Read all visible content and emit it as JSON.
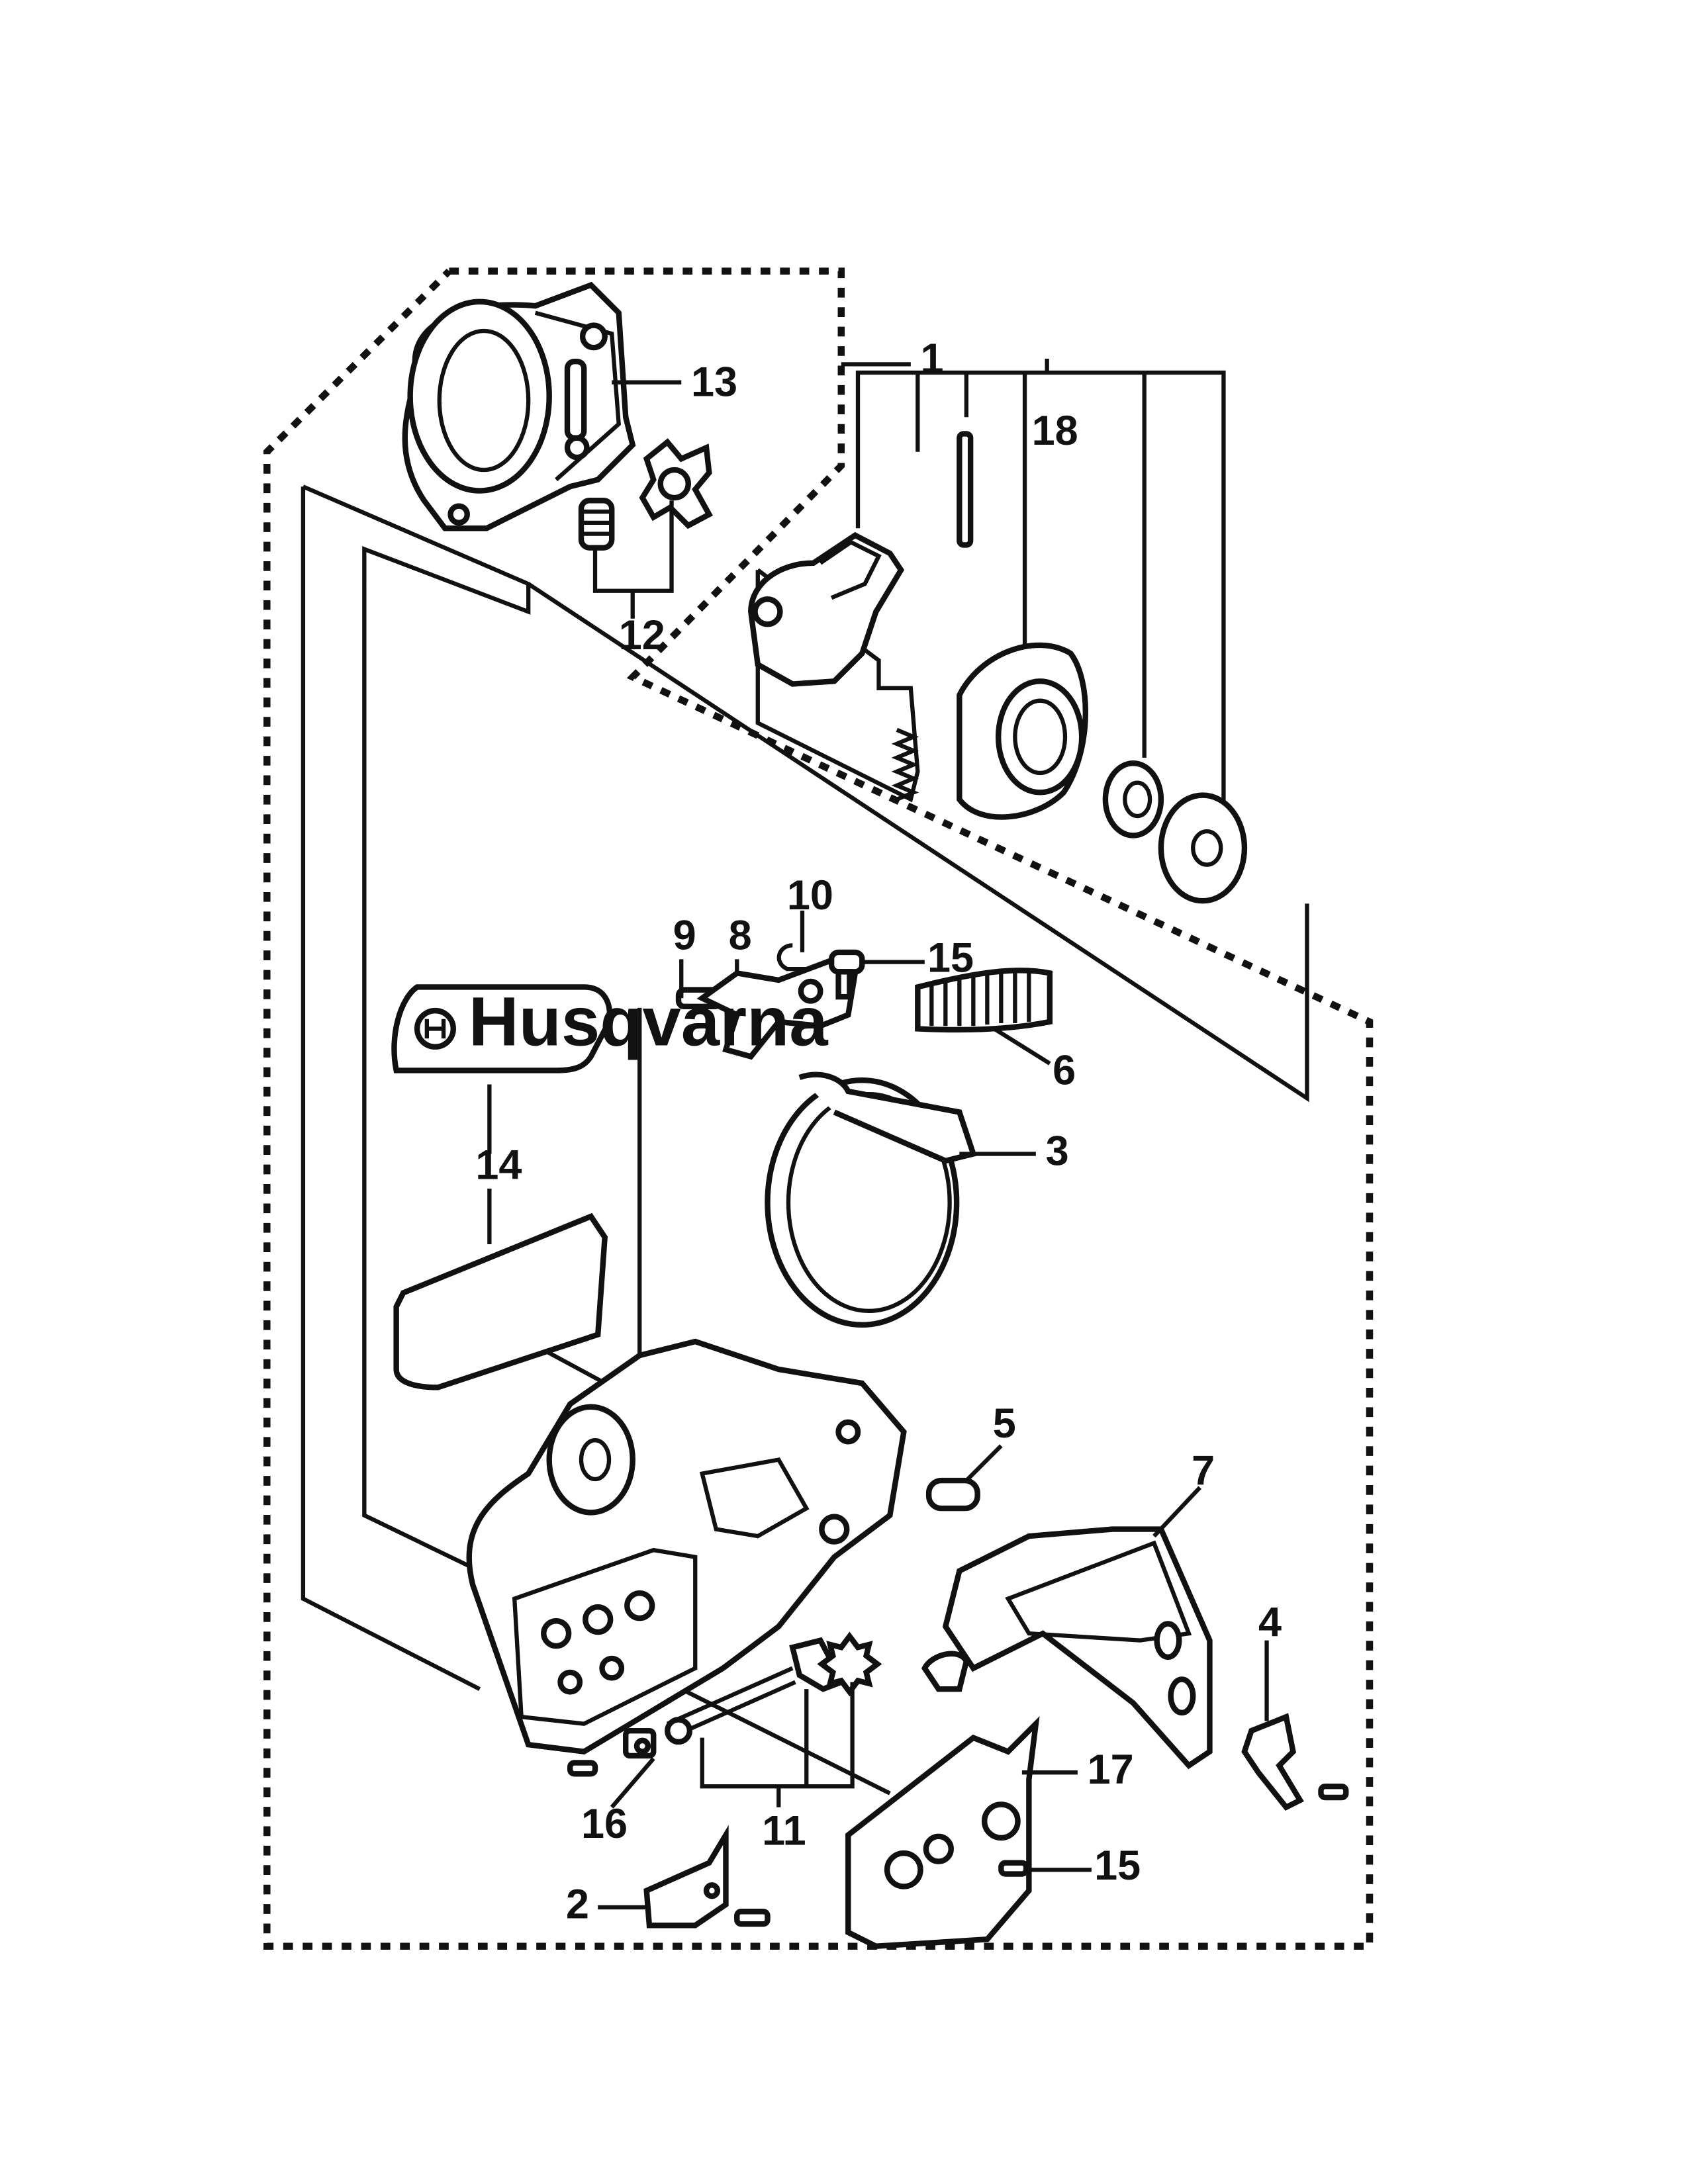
{
  "diagram": {
    "callouts": [
      {
        "id": "c1",
        "label": "1"
      },
      {
        "id": "c2",
        "label": "2"
      },
      {
        "id": "c3",
        "label": "3"
      },
      {
        "id": "c4",
        "label": "4"
      },
      {
        "id": "c5",
        "label": "5"
      },
      {
        "id": "c6",
        "label": "6"
      },
      {
        "id": "c7",
        "label": "7"
      },
      {
        "id": "c8",
        "label": "8"
      },
      {
        "id": "c9",
        "label": "9"
      },
      {
        "id": "c10",
        "label": "10"
      },
      {
        "id": "c11",
        "label": "11"
      },
      {
        "id": "c12",
        "label": "12"
      },
      {
        "id": "c13",
        "label": "13"
      },
      {
        "id": "c14",
        "label": "14"
      },
      {
        "id": "c15a",
        "label": "15"
      },
      {
        "id": "c15b",
        "label": "15"
      },
      {
        "id": "c16",
        "label": "16"
      },
      {
        "id": "c17",
        "label": "17"
      },
      {
        "id": "c18",
        "label": "18"
      }
    ],
    "logo": {
      "brand": "Husqvarna",
      "icon": "husqvarna-crown-h-icon"
    }
  }
}
